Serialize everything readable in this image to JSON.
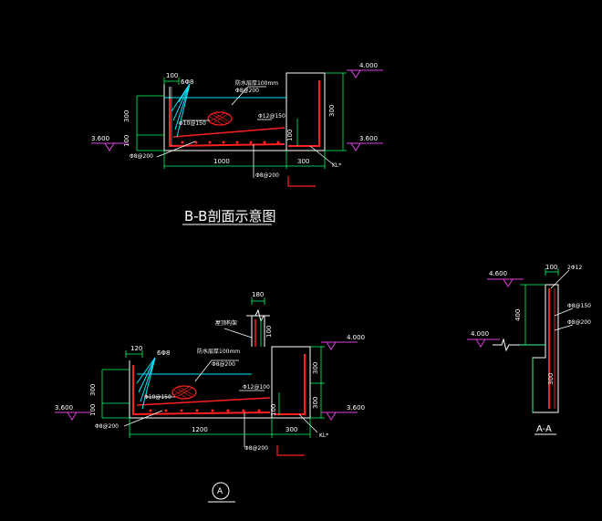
{
  "colors": {
    "background": "#000000",
    "line": "#ffffff",
    "dimension": "#00ff66",
    "rebar_red": "#ff2020",
    "leader_cyan": "#00e6ff",
    "level_magenta": "#e040e0",
    "outline_white": "#ffffff"
  },
  "bb": {
    "title": "B-B剖面示意图",
    "top_dim": "100",
    "height_dim": "300",
    "lower_dim": "100",
    "bottom_dim": "1000",
    "right_bottom_dim": "300",
    "right_height_dim": "300",
    "inner_dim": "100",
    "level_left": "3.600",
    "level_right_low": "3.600",
    "level_right_high": "4.000",
    "rebar_top": "6Φ8",
    "rebar_note": "防水层厚100mm",
    "rebar_dist": "Φ8@200",
    "rebar_slope": "Φ10@150",
    "rebar_mid": "Φ12@150",
    "rebar_bottom": "Φ8@200",
    "rebar_bottom2": "Φ8@200",
    "kl": "KL*"
  },
  "a": {
    "title": "A",
    "top_dim": "180",
    "top_dim2": "100",
    "left_label": "屋顶构架",
    "height_dim": "300",
    "lower_dim": "100",
    "top_small_dim": "120",
    "bottom_dim": "1200",
    "right_bottom_dim": "300",
    "right_height_dim": "300",
    "right_height_dim2": "300",
    "inner_dim": "100",
    "level_left": "3.600",
    "level_right_low": "3.600",
    "level_right_high": "4.000",
    "rebar_top": "6Φ8",
    "rebar_note": "防水层厚100mm",
    "rebar_dist": "Φ8@200",
    "rebar_slope": "Φ10@150",
    "rebar_mid": "Φ12@100",
    "rebar_bottom": "Φ8@200",
    "rebar_bottom2": "Φ8@200",
    "kl": "KL*"
  },
  "aa": {
    "title": "A-A",
    "top_dim": "100",
    "side_dim": "400",
    "lower_dim": "300",
    "level_high": "4.600",
    "level_low": "4.000",
    "rebar_1": "2Φ12",
    "rebar_2": "Φ8@150",
    "rebar_3": "Φ8@200"
  }
}
